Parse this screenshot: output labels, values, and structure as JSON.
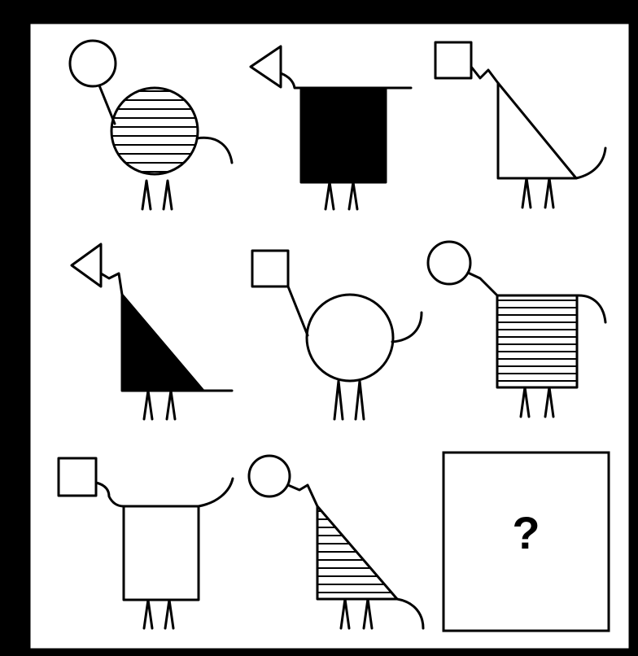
{
  "puzzle": {
    "colors": {
      "background": "#000000",
      "panel": "#ffffff",
      "ink": "#000000"
    },
    "cells": [
      {
        "row": 1,
        "col": 1,
        "head": "circle",
        "body": "circle",
        "fill": "striped"
      },
      {
        "row": 1,
        "col": 2,
        "head": "triangle",
        "body": "square",
        "fill": "black"
      },
      {
        "row": 1,
        "col": 3,
        "head": "square",
        "body": "triangle",
        "fill": "white"
      },
      {
        "row": 2,
        "col": 1,
        "head": "triangle",
        "body": "triangle",
        "fill": "black"
      },
      {
        "row": 2,
        "col": 2,
        "head": "square",
        "body": "circle",
        "fill": "white"
      },
      {
        "row": 2,
        "col": 3,
        "head": "circle",
        "body": "square",
        "fill": "striped"
      },
      {
        "row": 3,
        "col": 1,
        "head": "square",
        "body": "square",
        "fill": "white"
      },
      {
        "row": 3,
        "col": 2,
        "head": "circle",
        "body": "triangle",
        "fill": "striped"
      }
    ],
    "answer_box": {
      "label": "?"
    }
  }
}
